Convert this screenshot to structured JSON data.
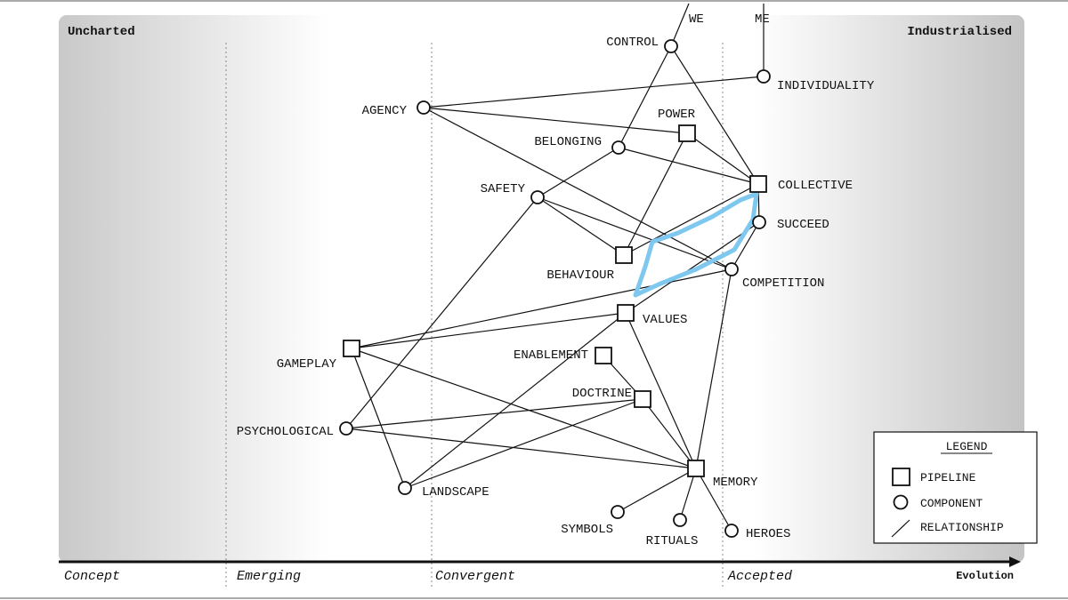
{
  "corners": {
    "left": "Uncharted",
    "right": "Industrialised"
  },
  "evolution": {
    "axis_title": "Evolution",
    "stages": [
      "Concept",
      "Emerging",
      "Convergent",
      "Accepted"
    ]
  },
  "legend": {
    "title": "LEGEND",
    "pipeline": "PIPELINE",
    "component": "COMPONENT",
    "relationship": "RELATIONSHIP"
  },
  "colors": {
    "highlight": "#7ec8ef",
    "line": "#111111"
  },
  "nodes": [
    {
      "id": "we",
      "label": "WE",
      "shape": "label"
    },
    {
      "id": "me",
      "label": "ME",
      "shape": "label"
    },
    {
      "id": "control",
      "label": "CONTROL",
      "shape": "circle"
    },
    {
      "id": "individuality",
      "label": "INDIVIDUALITY",
      "shape": "circle"
    },
    {
      "id": "agency",
      "label": "AGENCY",
      "shape": "circle"
    },
    {
      "id": "power",
      "label": "POWER",
      "shape": "square"
    },
    {
      "id": "belonging",
      "label": "BELONGING",
      "shape": "circle"
    },
    {
      "id": "collective",
      "label": "COLLECTIVE",
      "shape": "square"
    },
    {
      "id": "safety",
      "label": "SAFETY",
      "shape": "circle"
    },
    {
      "id": "succeed",
      "label": "SUCCEED",
      "shape": "circle"
    },
    {
      "id": "behaviour",
      "label": "BEHAVIOUR",
      "shape": "square"
    },
    {
      "id": "competition",
      "label": "COMPETITION",
      "shape": "circle"
    },
    {
      "id": "values",
      "label": "VALUES",
      "shape": "square"
    },
    {
      "id": "gameplay",
      "label": "GAMEPLAY",
      "shape": "square"
    },
    {
      "id": "enablement",
      "label": "ENABLEMENT",
      "shape": "square"
    },
    {
      "id": "doctrine",
      "label": "DOCTRINE",
      "shape": "square"
    },
    {
      "id": "psychological",
      "label": "PSYCHOLOGICAL",
      "shape": "circle"
    },
    {
      "id": "memory",
      "label": "MEMORY",
      "shape": "square"
    },
    {
      "id": "landscape",
      "label": "LANDSCAPE",
      "shape": "circle"
    },
    {
      "id": "symbols",
      "label": "SYMBOLS",
      "shape": "circle"
    },
    {
      "id": "rituals",
      "label": "RITUALS",
      "shape": "circle"
    },
    {
      "id": "heroes",
      "label": "HEROES",
      "shape": "circle"
    }
  ],
  "edges": [
    [
      "control",
      "we"
    ],
    [
      "individuality",
      "me"
    ],
    [
      "control",
      "belonging"
    ],
    [
      "control",
      "collective"
    ],
    [
      "agency",
      "individuality"
    ],
    [
      "agency",
      "power"
    ],
    [
      "agency",
      "competition"
    ],
    [
      "belonging",
      "collective"
    ],
    [
      "belonging",
      "safety"
    ],
    [
      "power",
      "collective"
    ],
    [
      "power",
      "behaviour"
    ],
    [
      "collective",
      "succeed"
    ],
    [
      "collective",
      "behaviour"
    ],
    [
      "safety",
      "behaviour"
    ],
    [
      "safety",
      "competition"
    ],
    [
      "safety",
      "psychological"
    ],
    [
      "succeed",
      "values"
    ],
    [
      "succeed",
      "competition"
    ],
    [
      "competition",
      "gameplay"
    ],
    [
      "competition",
      "memory"
    ],
    [
      "values",
      "gameplay"
    ],
    [
      "values",
      "memory"
    ],
    [
      "values",
      "landscape"
    ],
    [
      "gameplay",
      "landscape"
    ],
    [
      "gameplay",
      "memory"
    ],
    [
      "enablement",
      "doctrine"
    ],
    [
      "doctrine",
      "psychological"
    ],
    [
      "doctrine",
      "landscape"
    ],
    [
      "doctrine",
      "memory"
    ],
    [
      "psychological",
      "memory"
    ],
    [
      "memory",
      "symbols"
    ],
    [
      "memory",
      "rituals"
    ],
    [
      "memory",
      "heroes"
    ]
  ]
}
